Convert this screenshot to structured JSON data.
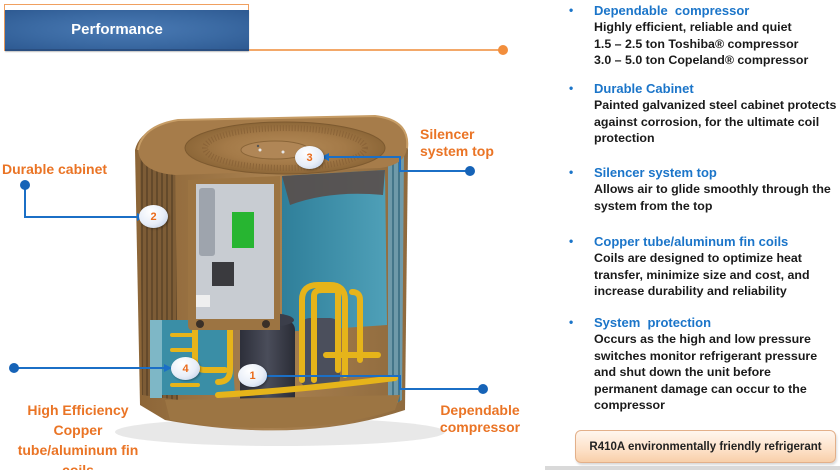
{
  "header": {
    "title": "Performance"
  },
  "callouts": [
    {
      "number": "1",
      "label_lines": [
        "Dependable",
        "compressor"
      ]
    },
    {
      "number": "2",
      "label_lines": [
        "Durable cabinet"
      ]
    },
    {
      "number": "3",
      "label_lines": [
        "Silencer",
        "system top"
      ]
    },
    {
      "number": "4",
      "label_lines": [
        "High Efficiency Copper",
        "tube/aluminum fin coils"
      ]
    }
  ],
  "features": [
    {
      "title": "Dependable  compressor",
      "lines": [
        "Highly efficient, reliable and quiet",
        "1.5 – 2.5 ton Toshiba® compressor",
        "3.0 – 5.0 ton Copeland® compressor"
      ]
    },
    {
      "title": "Durable Cabinet",
      "lines": [
        "Painted galvanized steel cabinet protects",
        "against corrosion, for the ultimate coil",
        "protection"
      ]
    },
    {
      "title": "Silencer system top",
      "lines": [
        "Allows air to glide smoothly through the",
        "system from the top"
      ]
    },
    {
      "title": "Copper tube/aluminum fin coils",
      "lines": [
        "Coils are designed to optimize heat",
        "transfer, minimize size and cost, and",
        "increase durability and reliability"
      ]
    },
    {
      "title": "System  protection",
      "lines": [
        "Occurs as the high and low pressure",
        "switches monitor refrigerant pressure",
        "and shut down the unit before",
        "permanent damage can occur to the",
        "compressor"
      ]
    }
  ],
  "bullet_glyph": "•",
  "footer_badge": "R410A environmentally friendly refrigerant",
  "colors": {
    "header_blue": "#3b6aa3",
    "accent_orange": "#ea7425",
    "leader_blue": "#1b6fc6",
    "feature_title_blue": "#1b75c9",
    "cabinet_brown": "#a57a45"
  }
}
